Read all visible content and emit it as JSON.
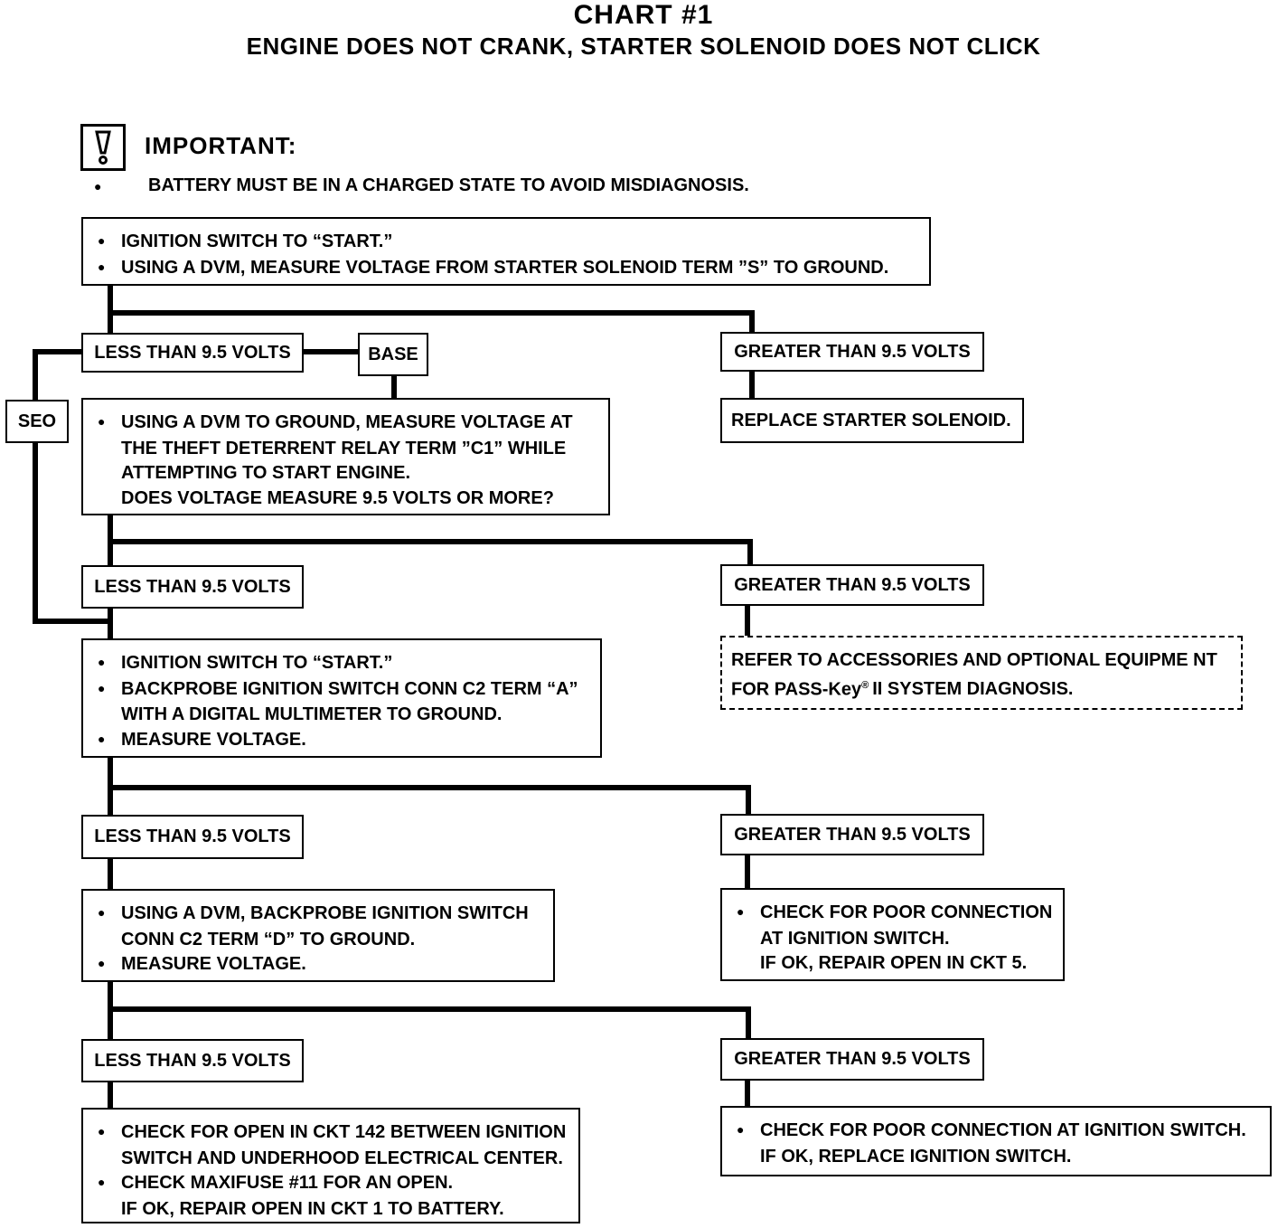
{
  "title": "CHART #1",
  "subtitle": "ENGINE DOES NOT CRANK, STARTER SOLENOID DOES NOT CLICK",
  "important": {
    "icon": "exclamation-icon",
    "label": "IMPORTANT:",
    "note": "BATTERY MUST BE IN A CHARGED STATE TO AVOID MISDIAGNOSIS."
  },
  "step1": {
    "line1": "IGNITION SWITCH TO “START.”",
    "line2": "USING A DVM, MEASURE VOLTAGE FROM STARTER SOLENOID TERM ”S” TO GROUND."
  },
  "branch1": {
    "less": "LESS THAN 9.5 VOLTS",
    "greater": "GREATER THAN 9.5 VOLTS",
    "base": "BASE",
    "seo": "SEO"
  },
  "replace_solenoid": "REPLACE STARTER SOLENOID.",
  "step2": {
    "line1": "USING A DVM TO GROUND, MEASURE VOLTAGE AT",
    "line2": "THE THEFT DETERRENT RELAY TERM ”C1” WHILE",
    "line3": "ATTEMPTING TO START ENGINE.",
    "line4": "DOES VOLTAGE MEASURE 9.5 VOLTS OR MORE?"
  },
  "branch2": {
    "less": "LESS THAN 9.5 VOLTS",
    "greater": "GREATER THAN 9.5 VOLTS"
  },
  "refer": {
    "line1": "REFER TO  ACCESSORIES  AND OPTIONAL EQUIPME NT",
    "line2a": "FOR PASS-Key",
    "line2sup": "®",
    "line2b": "II  SYSTEM DIAGNOSIS."
  },
  "step3": {
    "line1": "IGNITION SWITCH TO “START.”",
    "line2": "BACKPROBE IGNITION SWITCH CONN C2 TERM “A”",
    "line3": "WITH A DIGITAL MULTIMETER TO GROUND.",
    "line4": "MEASURE VOLTAGE."
  },
  "branch3": {
    "less": "LESS THAN 9.5 VOLTS",
    "greater": "GREATER THAN 9.5 VOLTS"
  },
  "step4": {
    "line1": "USING A DVM, BACKPROBE IGNITION SWITCH",
    "line2": "CONN C2 TERM “D” TO GROUND.",
    "line3": "MEASURE VOLTAGE."
  },
  "check_poor_conn": {
    "line1": "CHECK FOR POOR CONNECTION",
    "line2": "AT IGNITION SWITCH.",
    "line3": "IF OK, REPAIR OPEN IN CKT 5."
  },
  "branch4": {
    "less": "LESS THAN 9.5 VOLTS",
    "greater": "GREATER THAN 9.5 VOLTS"
  },
  "final_left": {
    "line1": "CHECK FOR OPEN IN CKT 142 BETWEEN IGNITION",
    "line2": "SWITCH AND UNDERHOOD ELECTRICAL CENTER.",
    "line3": "CHECK MAXIFUSE #11 FOR AN OPEN.",
    "line4": "IF OK, REPAIR OPEN IN CKT 1 TO BATTERY."
  },
  "final_right": {
    "line1": "CHECK FOR POOR CONNECTION AT IGNITION SWITCH.",
    "line2": "IF OK, REPLACE IGNITION SWITCH."
  }
}
